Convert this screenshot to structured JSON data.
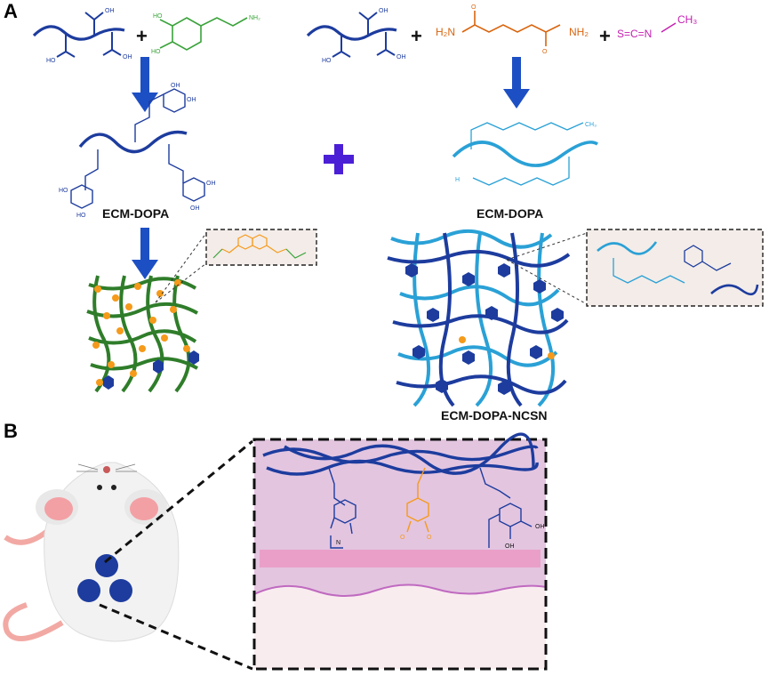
{
  "panels": {
    "a_label": "A",
    "b_label": "B"
  },
  "labels": {
    "ecm_dopa_left": "ECM-DOPA",
    "ecm_dopa_right": "ECM-DOPA",
    "ecm_dopa_ncsn": "ECM-DOPA-NCSN"
  },
  "chem": {
    "oh": "OH",
    "ho": "HO",
    "nh2": "NH₂",
    "h2n": "H₂N",
    "h": "H",
    "n": "N",
    "o": "O",
    "s_eq_c_eq_n": "S=C=N",
    "ch3": "CH₃",
    "plus": "+"
  },
  "colors": {
    "ecm_blue": "#1d3c9e",
    "dopamine_green": "#3aa33a",
    "hydrazide_orange": "#d9650f",
    "ncs_magenta": "#c41eb0",
    "network_green": "#2f7d2a",
    "dot_orange": "#f59a1b",
    "light_blue": "#2aa1d6",
    "big_plus": "#4b1fd6",
    "tissue_purple": "#e3c5e0",
    "tissue_pink_band": "#ea9fc8",
    "skin_pink": "#f9ecef",
    "mouse_body": "#f2f2f2",
    "mouse_ear": "#f3a0a4",
    "mouse_tail": "#f2a9a4"
  },
  "icons": [
    "mouse-icon",
    "hexagon-icon",
    "arrow-down-icon",
    "plus-icon"
  ]
}
